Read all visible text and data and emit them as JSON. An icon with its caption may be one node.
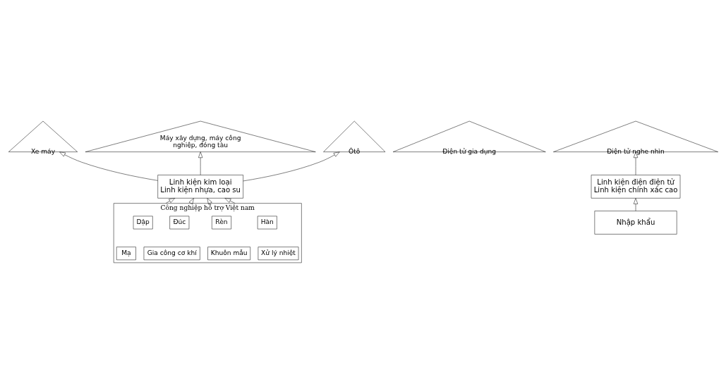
{
  "diagram": {
    "nodes": [
      {
        "text": [
          "Xe máy"
        ]
      },
      {
        "text": [
          "Máy xây dựng, máy công nghiệp, đóng tàu"
        ]
      },
      {
        "text": [
          "Ôtô"
        ]
      },
      {
        "text": [
          "Điện tử gia dụng"
        ]
      },
      {
        "text": [
          "Điện tử nghe nhìn"
        ]
      },
      {
        "text": [
          "Linh kiện kim loại",
          "Linh kiện nhựa, cao su"
        ]
      },
      {
        "text": [
          "Linh kiện điện điện tử",
          "Linh kiện chính xác cao"
        ]
      },
      {
        "text": [
          "Công nghiệp hỗ trợ Việt nam"
        ]
      },
      {
        "text": [
          "Dập"
        ],
        "in": 7
      },
      {
        "text": [
          "Đúc"
        ],
        "in": 7
      },
      {
        "text": [
          "Rèn"
        ],
        "in": 7
      },
      {
        "text": [
          "Hàn"
        ],
        "in": 7
      },
      {
        "text": [
          "Mạ"
        ],
        "in": 7
      },
      {
        "text": [
          "Gia công cơ khí"
        ],
        "in": 7
      },
      {
        "text": [
          "Khuôn mẫu"
        ],
        "in": 7
      },
      {
        "text": [
          "Xử lý nhiệt"
        ],
        "in": 7
      },
      {
        "text": [
          "Nhập khẩu"
        ]
      }
    ],
    "edges": [
      {
        "from": 5,
        "to": 0,
        "arrow": "to"
      },
      {
        "from": 5,
        "to": 1,
        "arrow": "to"
      },
      {
        "from": 5,
        "to": 2,
        "arrow": "to"
      },
      {
        "from": 6,
        "to": 4,
        "arrow": "to"
      },
      {
        "from": 7,
        "to": 5,
        "arrow": "to"
      },
      {
        "from": 7,
        "to": 5,
        "arrow": "to"
      },
      {
        "from": 7,
        "to": 5,
        "arrow": "to"
      },
      {
        "from": 7,
        "to": 5,
        "arrow": "to"
      },
      {
        "from": 16,
        "to": 6,
        "arrow": "to"
      }
    ]
  }
}
